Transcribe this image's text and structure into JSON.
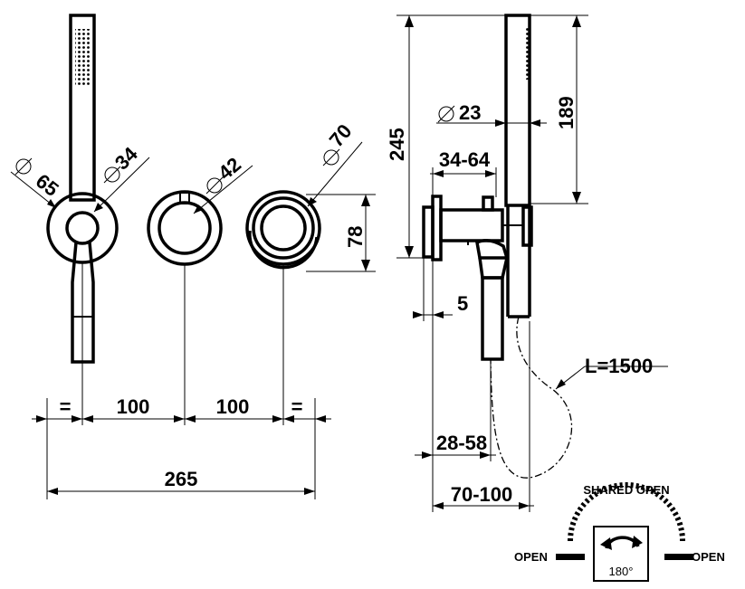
{
  "front_view": {
    "diameters": {
      "d65": "65",
      "d34": "34",
      "d42": "42",
      "d70": "70"
    },
    "height_78": "78",
    "bottom_dims": {
      "eq_left": "=",
      "spacing_1": "100",
      "spacing_2": "100",
      "eq_right": "="
    },
    "overall_width": "265"
  },
  "side_view": {
    "height_245": "245",
    "height_189": "189",
    "diameter_23": "23",
    "range_34_64": "34-64",
    "wall_5": "5",
    "hose_length": "L=1500",
    "range_28_58": "28-58",
    "range_70_100": "70-100"
  },
  "diverter": {
    "shared_label": "SHARED OPEN",
    "left_label": "OPEN",
    "right_label": "OPEN",
    "rotation_label": "180°"
  }
}
